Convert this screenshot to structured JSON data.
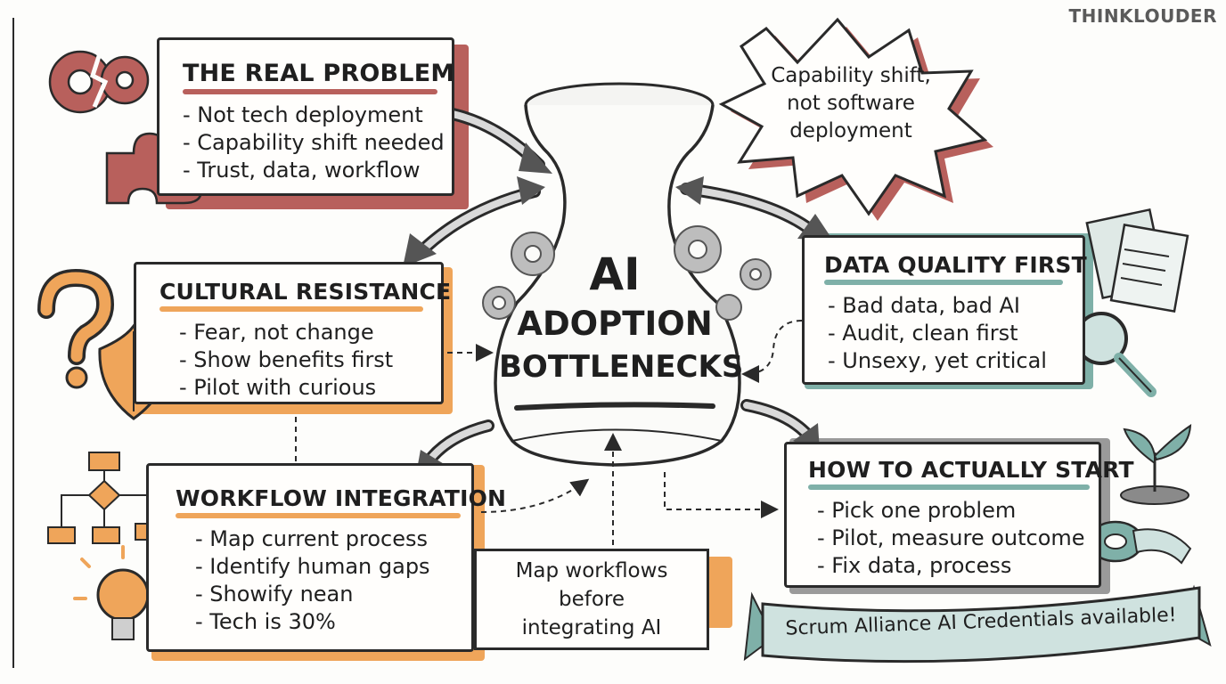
{
  "brand": "THINKLOUDER",
  "center": {
    "line1": "AI",
    "line2": "ADOPTION",
    "line3": "BOTTLENECKS"
  },
  "burst": {
    "line1": "Capability shift,",
    "line2": "not software",
    "line3": "deployment"
  },
  "real_problem": {
    "title": "THE REAL PROBLEM",
    "items": [
      "Not tech deployment",
      "Capability shift needed",
      "Trust, data, workflow"
    ]
  },
  "cultural": {
    "title": "CULTURAL RESISTANCE",
    "items": [
      "Fear, not change",
      "Show benefits first",
      "Pilot with curious"
    ]
  },
  "workflow": {
    "title": "WORKFLOW INTEGRATION",
    "items": [
      "Map current process",
      "Identify human gaps",
      "Showify nean",
      "Tech is 30%"
    ]
  },
  "data_quality": {
    "title": "DATA QUALITY FIRST",
    "items": [
      "Bad data, bad AI",
      "Audit, clean first",
      "Unsexy, yet critical"
    ]
  },
  "start": {
    "title": "HOW TO ACTUALLY START",
    "items": [
      "Pick one problem",
      "Pilot, measure outcome",
      "Fix data, process"
    ]
  },
  "map_note": {
    "line1": "Map workflows before",
    "line2": "integrating AI"
  },
  "banner": "Scrum Alliance AI Credentials available!",
  "colors": {
    "red": "#b8605c",
    "orange": "#efa55a",
    "teal": "#7fb0a8",
    "ink": "#2a2a2a",
    "gray": "#9a9a9a"
  }
}
